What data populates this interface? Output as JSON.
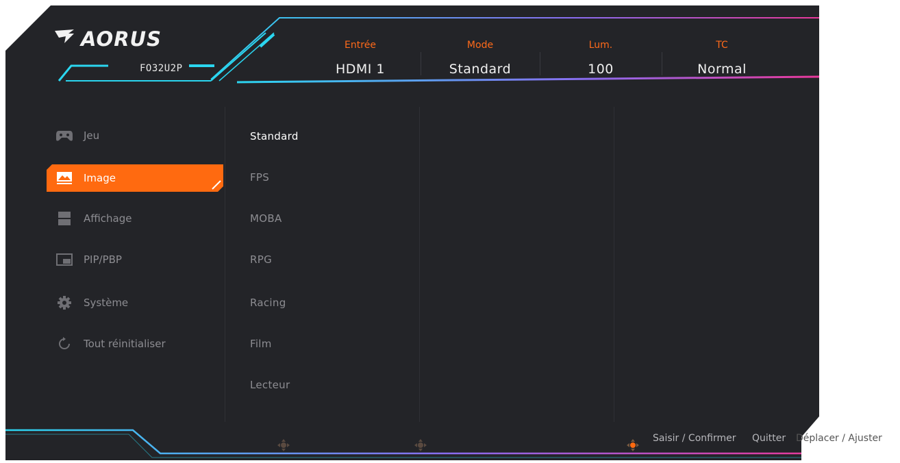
{
  "brand": {
    "logo_text": "AORUS",
    "model": "FO32U2P"
  },
  "header": {
    "stats": [
      {
        "label": "Entrée",
        "value": "HDMI 1"
      },
      {
        "label": "Mode",
        "value": "Standard"
      },
      {
        "label": "Lum.",
        "value": "100"
      },
      {
        "label": "TC",
        "value": "Normal"
      }
    ]
  },
  "menu": {
    "items": [
      {
        "label": "Jeu",
        "icon": "gamepad-icon"
      },
      {
        "label": "Image",
        "icon": "picture-icon",
        "active": true
      },
      {
        "label": "Affichage",
        "icon": "display-icon"
      },
      {
        "label": "PIP/PBP",
        "icon": "pip-icon"
      },
      {
        "label": "Système",
        "icon": "gear-icon"
      },
      {
        "label": "Tout réinitialiser",
        "icon": "reset-icon"
      }
    ]
  },
  "submenu": {
    "items": [
      "Standard",
      "FPS",
      "MOBA",
      "RPG",
      "Racing",
      "Film",
      "Lecteur"
    ],
    "selected": "Standard"
  },
  "footer": {
    "hints": [
      {
        "text": "Saisir / Confirmer"
      },
      {
        "text": "Quitter"
      },
      {
        "text": "Déplacer / Ajuster"
      }
    ],
    "icons": [
      "joystick-icon",
      "joystick-icon",
      "joystick-icon"
    ]
  },
  "colors": {
    "accent": "#ff6a10",
    "cyan": "#2bd6f0",
    "magenta": "#e8389a",
    "background": "#232428"
  }
}
